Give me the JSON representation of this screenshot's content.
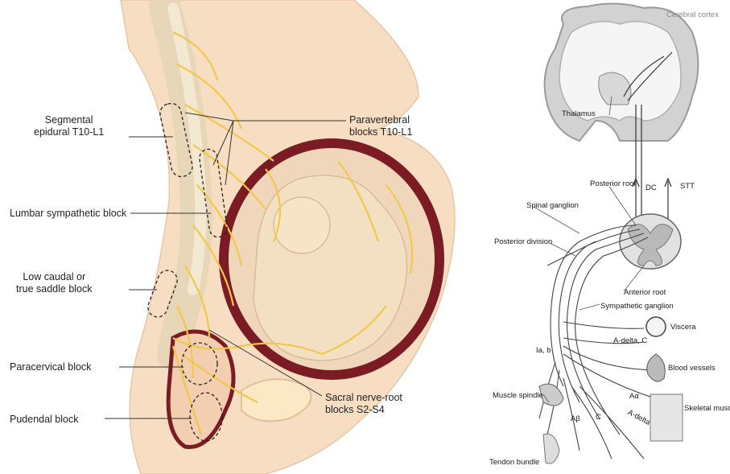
{
  "left_diagram": {
    "labels": {
      "segmental_epidural": "Segmental\nepidural T10-L1",
      "paravertebral": "Paravertebral\nblocks T10-L1",
      "lumbar_sympathetic": "Lumbar sympathetic block",
      "low_caudal": "Low caudal or\ntrue saddle block",
      "paracervical": "Paracervical block",
      "pudendal": "Pudendal block",
      "sacral_nerve_root": "Sacral nerve-root\nblocks S2-S4"
    }
  },
  "right_diagram": {
    "labels": {
      "cerebral_cortex": "Cerebral cortex",
      "thalamus": "Thalamus",
      "posterior_root": "Posterior root",
      "dc": "DC",
      "stt": "STT",
      "spinal_ganglion": "Spinal ganglion",
      "posterior_division": "Posterior division",
      "anterior_root": "Anterior root",
      "sympathetic_ganglion": "Sympathetic ganglion",
      "viscera": "Viscera",
      "a_delta_c": "A-delta, C",
      "ia_b": "Ia, b",
      "blood_vessels": "Blood vessels",
      "muscle_spindle": "Muscle spindle",
      "a_alpha": "Aα",
      "skeletal_muscle": "Skeletal muscl",
      "a_delta": "A-delta",
      "a_beta": "Aβ",
      "c": "C",
      "tendon_bundle": "Tendon bundle"
    }
  },
  "colors": {
    "skin": "#f6dcc0",
    "nerve": "#f0c84a",
    "uterus_wall": "#7a1a22",
    "fetus": "#f3dfc0",
    "brain_gray": "#cfcfcf",
    "spinal_cord": "#b8b8b8"
  }
}
